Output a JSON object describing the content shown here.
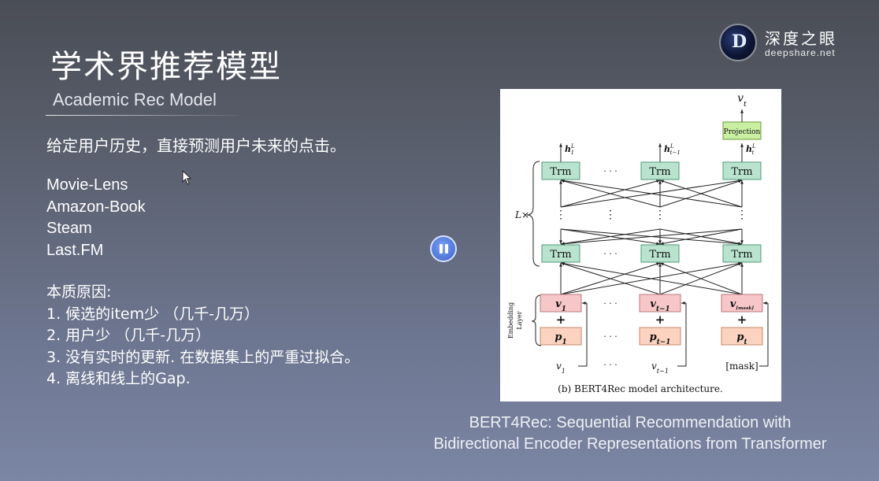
{
  "slide": {
    "title": "学术界推荐模型",
    "subtitle": "Academic Rec Model",
    "lead": "给定用户历史，直接预测用户未来的点击。",
    "datasets": [
      "Movie-Lens",
      "Amazon-Book",
      "Steam",
      "Last.FM"
    ],
    "reasons_heading": "本质原因:",
    "reasons": [
      "1. 候选的item少 （几千-几万）",
      "2. 用户少 （几千-几万）",
      "3. 没有实时的更新. 在数据集上的严重过拟合。",
      "4. 离线和线上的Gap."
    ],
    "reference": [
      "BERT4Rec: Sequential Recommendation with",
      "Bidirectional Encoder Representations from Transformer"
    ]
  },
  "logo": {
    "name": "深度之眼",
    "url": "deepshare.net",
    "mark_letter": "D"
  },
  "figure": {
    "caption": "(b) BERT4Rec model architecture.",
    "output_label": "v",
    "output_sub": "t",
    "projection_label": "Projection",
    "trm_label": "Trm",
    "layer_repeat_label": "L×",
    "embedding_label_line1": "Embedding",
    "embedding_label_line2": "Layer",
    "hidden_labels": [
      {
        "base": "h",
        "sub": "1",
        "sup": "L"
      },
      {
        "base": "h",
        "sub": "t−1",
        "sup": "L"
      },
      {
        "base": "h",
        "sub": "t",
        "sup": "L"
      }
    ],
    "item_embeddings": [
      {
        "base": "v",
        "sub": "1"
      },
      {
        "base": "v",
        "sub": "t−1"
      },
      {
        "base": "v",
        "sub": "[mask]"
      }
    ],
    "position_embeddings": [
      {
        "base": "p",
        "sub": "1"
      },
      {
        "base": "p",
        "sub": "t−1"
      },
      {
        "base": "p",
        "sub": "t"
      }
    ],
    "inputs": [
      {
        "base": "v",
        "sub": "1"
      },
      {
        "base": "v",
        "sub": "t−1"
      },
      {
        "base": "[mask]",
        "sub": ""
      }
    ],
    "plus": "+",
    "ellipsis": "· · ·",
    "vdots": "⋮"
  },
  "colors": {
    "trm_fill": "#b9e3cf",
    "trm_stroke": "#4f9a7a",
    "projection_fill": "#c9efa3",
    "embedding_fill": "#f6c6c8",
    "position_fill": "#fbd3c0",
    "accent_pause": "#5b7fe0"
  }
}
